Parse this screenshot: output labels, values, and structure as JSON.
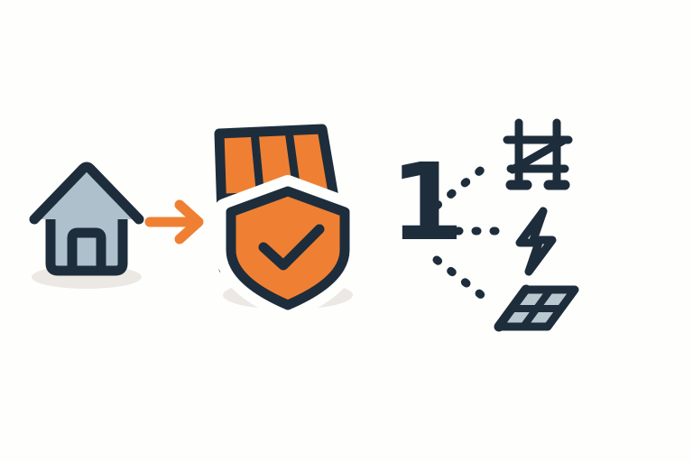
{
  "illustration": {
    "title": "Home solar panel protection flow diagram",
    "background_color": "#fefefd",
    "palette": {
      "ink": "#1e2d3b",
      "orange": "#ef8033",
      "orange_dark": "#e4762b",
      "house_fill": "#adc0cc",
      "panel_grey": "#b9c7d0",
      "shadow": "#ece9e4",
      "halo": "#fefefd"
    },
    "numeral": {
      "value": "1",
      "color": "#1e2d3b"
    },
    "nodes": [
      {
        "id": "house",
        "name": "house-icon",
        "label": "House",
        "fill": "#adc0cc",
        "stroke": "#1e2d3b"
      },
      {
        "id": "arrow",
        "name": "arrow-right-icon",
        "label": "Leads to",
        "color": "#ef8033"
      },
      {
        "id": "solar-panel",
        "name": "solar-panel-icon",
        "label": "Solar panel array",
        "fill": "#ef8033",
        "stroke": "#1e2d3b",
        "cells": {
          "columns": 3,
          "rows": 2,
          "count": 6
        }
      },
      {
        "id": "shield",
        "name": "shield-check-icon",
        "label": "Protection verified",
        "fill": "#ef8033",
        "stroke": "#1e2d3b",
        "check_color": "#1e2d3b"
      },
      {
        "id": "pylon",
        "name": "power-pylon-icon",
        "label": "Grid connection",
        "stroke": "#1e2d3b"
      },
      {
        "id": "bolt",
        "name": "lightning-bolt-icon",
        "label": "Electricity",
        "stroke": "#1e2d3b"
      },
      {
        "id": "roof-panels",
        "name": "roof-solar-panels-icon",
        "label": "Rooftop solar",
        "fill": "#b9c7d0",
        "stroke": "#1e2d3b",
        "cells": {
          "columns": 2,
          "rows": 2,
          "count": 4
        }
      }
    ],
    "connectors": [
      {
        "id": "dashed-up",
        "name": "dashed-connector-to-pylon",
        "style": "dashed",
        "color": "#1e2d3b",
        "from": "numeral",
        "to": "pylon"
      },
      {
        "id": "dashed-mid",
        "name": "dashed-connector-to-bolt",
        "style": "dashed",
        "color": "#1e2d3b",
        "from": "numeral",
        "to": "bolt"
      },
      {
        "id": "dashed-down",
        "name": "dashed-connector-to-roof-panels",
        "style": "dashed",
        "color": "#1e2d3b",
        "from": "numeral",
        "to": "roof-panels"
      }
    ]
  }
}
